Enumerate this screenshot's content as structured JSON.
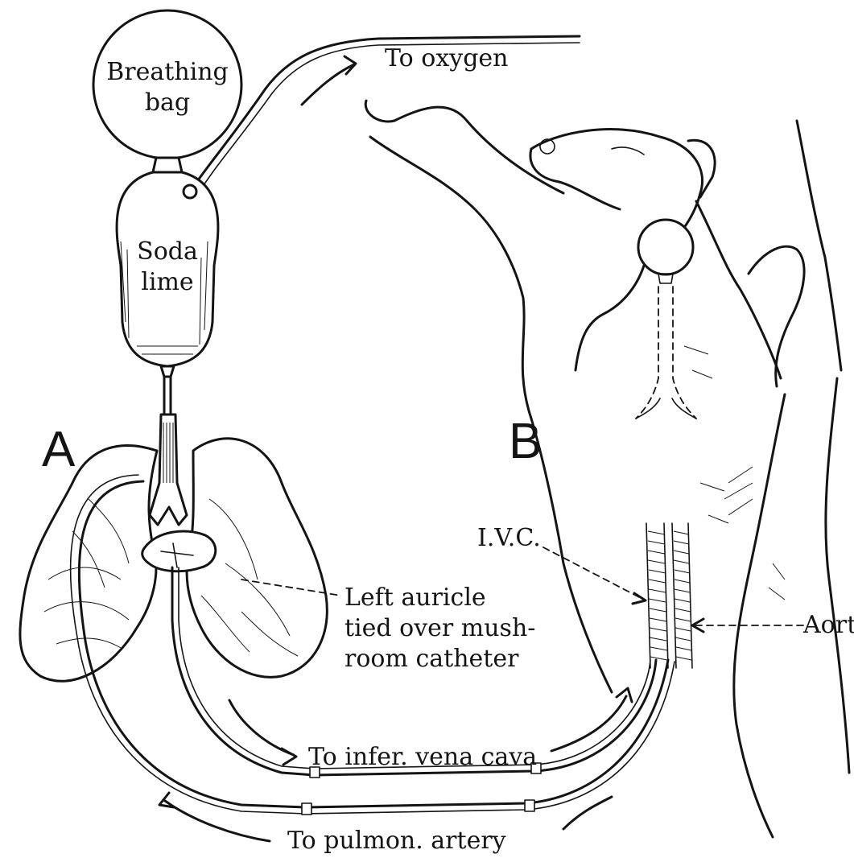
{
  "figure": {
    "panel_a_label": "A",
    "panel_b_label": "B",
    "breathing_bag": {
      "line1": "Breathing",
      "line2": "bag"
    },
    "soda_lime": {
      "line1": "Soda",
      "line2": "lime"
    },
    "to_oxygen": "To oxygen",
    "ivc": "I.V.C.",
    "aorta": "Aorta",
    "left_auricle": {
      "line1": "Left auricle",
      "line2": "tied over mush-",
      "line3": "room catheter"
    },
    "to_vena_cava": "To infer. vena cava",
    "to_pulmon_artery": "To pulmon. artery"
  }
}
